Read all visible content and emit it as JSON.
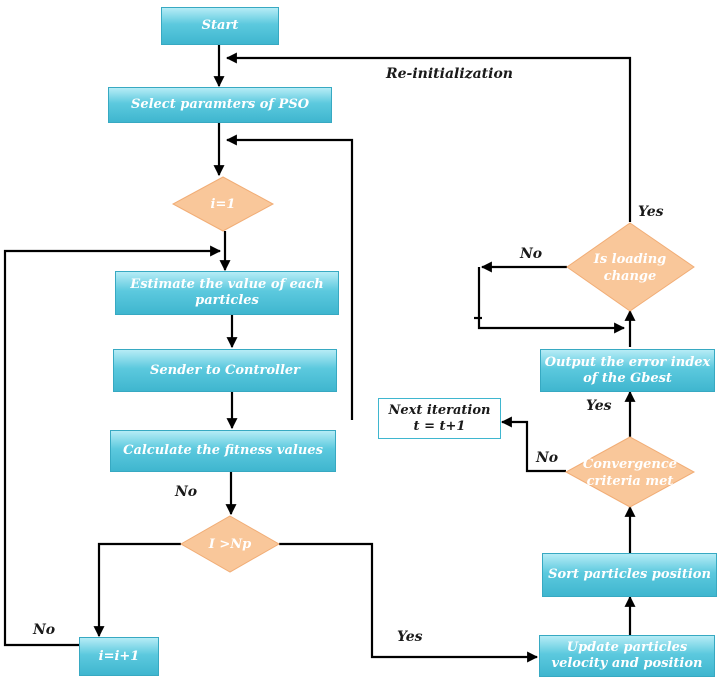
{
  "nodes": {
    "start": "Start",
    "select_params": "Select paramters of PSO",
    "i_equals_1": "i=1",
    "estimate_line1": "Estimate the value of each",
    "estimate_line2": "particles",
    "sender": "Sender to Controller",
    "calc_fitness": "Calculate the fitness values",
    "i_gt_np": "I >Np",
    "i_increment": "i=i+1",
    "update_line1": "Update particles",
    "update_line2": "velocity and position",
    "sort": "Sort particles position",
    "convergence_line1": "Convergence",
    "convergence_line2": "criteria met",
    "next_iter_line1": "Next iteration",
    "next_iter_line2": "t = t+1",
    "output_line1": "Output the error index",
    "output_line2": "of the Gbest",
    "loading_line1": "Is loading",
    "loading_line2": "change"
  },
  "labels": {
    "reinit": "Re-initialization",
    "yes_loading": "Yes",
    "no_loading": "No",
    "yes_convergence": "Yes",
    "no_convergence": "No",
    "no_fitness": "No",
    "no_left": "No",
    "yes_np": "Yes"
  },
  "colors": {
    "process_fill": "#5cc9de",
    "decision_fill": "#f9c79a",
    "line": "#000000"
  }
}
